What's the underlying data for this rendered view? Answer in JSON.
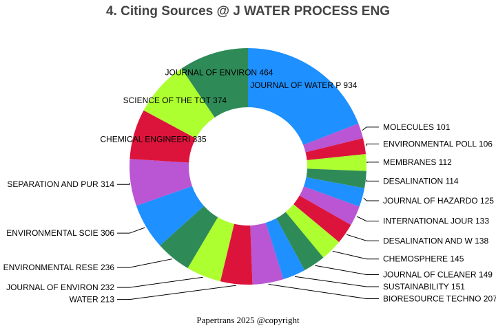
{
  "chart_data": {
    "type": "pie",
    "donut": true,
    "title": "4. Citing Sources @ J WATER PROCESS ENG",
    "footer": "Papertrans 2025 @copyright",
    "slices": [
      {
        "label": "JOURNAL OF WATER P",
        "value": 934,
        "color": "#1e90ff"
      },
      {
        "label": "MOLECULES",
        "value": 101,
        "color": "#ba55d3"
      },
      {
        "label": "ENVIRONMENTAL POLL",
        "value": 106,
        "color": "#dc143c"
      },
      {
        "label": "MEMBRANES",
        "value": 112,
        "color": "#adff2f"
      },
      {
        "label": "DESALINATION",
        "value": 114,
        "color": "#2e8b57"
      },
      {
        "label": "JOURNAL OF HAZARDO",
        "value": 125,
        "color": "#1e90ff"
      },
      {
        "label": "INTERNATIONAL JOUR",
        "value": 133,
        "color": "#ba55d3"
      },
      {
        "label": "DESALINATION AND W",
        "value": 138,
        "color": "#dc143c"
      },
      {
        "label": "CHEMOSPHERE",
        "value": 145,
        "color": "#adff2f"
      },
      {
        "label": "JOURNAL OF CLEANER",
        "value": 149,
        "color": "#2e8b57"
      },
      {
        "label": "SUSTAINABILITY",
        "value": 151,
        "color": "#1e90ff"
      },
      {
        "label": "BIORESOURCE TECHNO",
        "value": 207,
        "color": "#ba55d3"
      },
      {
        "label": "WATER",
        "value": 213,
        "color": "#dc143c"
      },
      {
        "label": "JOURNAL OF ENVIRON",
        "value": 232,
        "color": "#adff2f"
      },
      {
        "label": "ENVIRONMENTAL RESE",
        "value": 236,
        "color": "#2e8b57"
      },
      {
        "label": "ENVIRONMENTAL SCIE",
        "value": 306,
        "color": "#1e90ff"
      },
      {
        "label": "SEPARATION AND PUR",
        "value": 314,
        "color": "#ba55d3"
      },
      {
        "label": "CHEMICAL ENGINEERI",
        "value": 335,
        "color": "#dc143c"
      },
      {
        "label": "SCIENCE OF THE TOT",
        "value": 374,
        "color": "#adff2f"
      },
      {
        "label": "JOURNAL OF ENVIRON",
        "value": 464,
        "color": "#2e8b57"
      }
    ]
  }
}
